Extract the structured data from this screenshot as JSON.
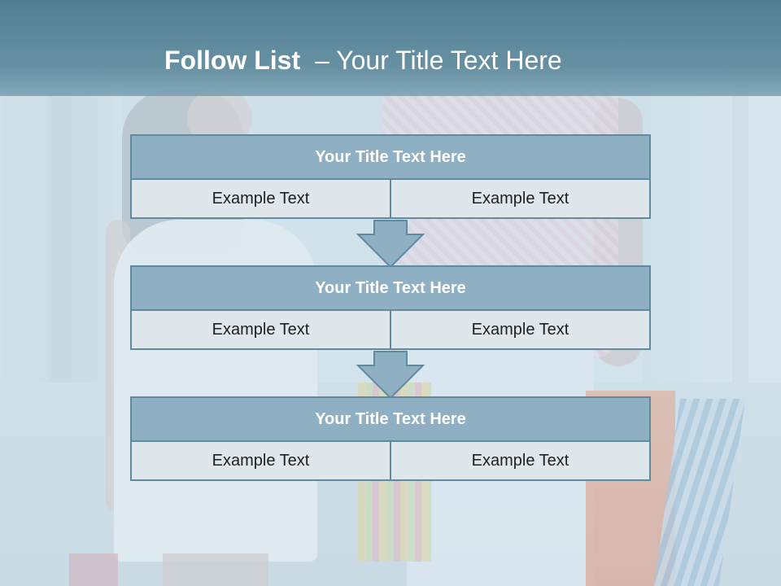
{
  "slide": {
    "title_bold": "Follow List",
    "title_rest": "– Your Title Text Here"
  },
  "steps": [
    {
      "title": "Your Title Text Here",
      "left": "Example Text",
      "right": "Example Text"
    },
    {
      "title": "Your Title Text Here",
      "left": "Example Text",
      "right": "Example Text"
    },
    {
      "title": "Your Title Text Here",
      "left": "Example Text",
      "right": "Example Text"
    }
  ],
  "colors": {
    "header": "#5f8aa0",
    "box_fill": "#8eb0c2",
    "box_border": "#5f8aa0",
    "cell_fill": "#dfe6ec"
  }
}
